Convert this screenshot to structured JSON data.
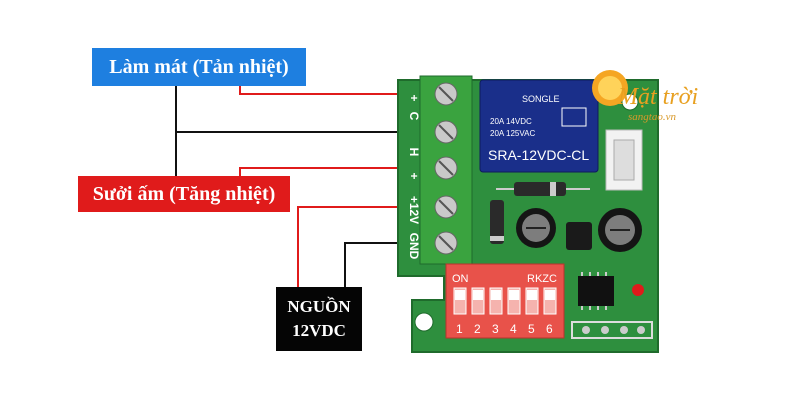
{
  "labels": {
    "cooling": "Làm mát (Tản nhiệt)",
    "heating": "Sưởi ấm (Tăng nhiệt)",
    "power_line1": "NGUỒN",
    "power_line2": "12VDC"
  },
  "board": {
    "terminal_marks": [
      "+",
      "C",
      "H",
      "+",
      "+12V",
      "GND"
    ],
    "relay_brand": "SONGLE",
    "relay_spec1": "20A 14VDC",
    "relay_spec2": "20A 125VAC",
    "relay_model": "SRA-12VDC-CL",
    "dip_on": "ON",
    "dip_numbers": [
      "1",
      "2",
      "3",
      "4",
      "5",
      "6"
    ],
    "board_label": "RKZC"
  },
  "logo": {
    "line1": "Mặt trời",
    "line2": "sangtao.vn"
  },
  "colors": {
    "cool_blue": "#1e7fe0",
    "heat_red": "#e01b1b",
    "pcb_green": "#2e8f3e",
    "terminal_green": "#3aa33f",
    "dip_red": "#e8524a",
    "relay_blue": "#1a2f8a"
  }
}
